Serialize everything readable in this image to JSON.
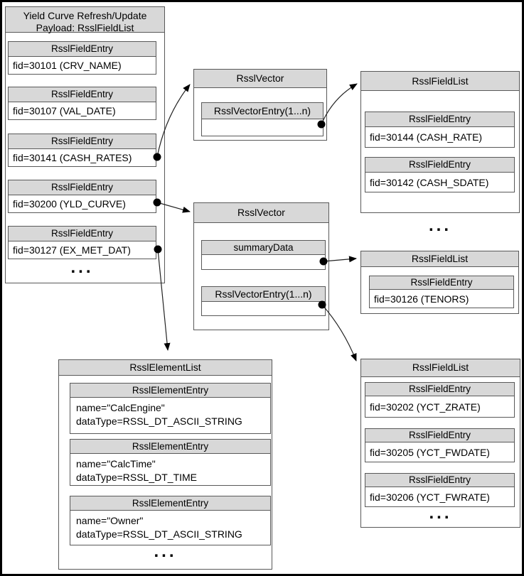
{
  "colors": {
    "header_fill": "#d8d8d8",
    "border": "#595959",
    "background": "#ffffff",
    "arrow": "#000000"
  },
  "payload": {
    "title_line1": "Yield Curve Refresh/Update",
    "title_line2": "Payload: RsslFieldList",
    "entries": [
      {
        "header": "RsslFieldEntry",
        "value": "fid=30101 (CRV_NAME)"
      },
      {
        "header": "RsslFieldEntry",
        "value": "fid=30107 (VAL_DATE)"
      },
      {
        "header": "RsslFieldEntry",
        "value": "fid=30141 (CASH_RATES)"
      },
      {
        "header": "RsslFieldEntry",
        "value": "fid=30200 (YLD_CURVE)"
      },
      {
        "header": "RsslFieldEntry",
        "value": "fid=30127 (EX_MET_DAT)"
      }
    ],
    "ellipsis": "..."
  },
  "vector_top": {
    "title": "RsslVector",
    "entry_header": "RsslVectorEntry(1...n)"
  },
  "fieldlist_cash": {
    "title": "RsslFieldList",
    "entries": [
      {
        "header": "RsslFieldEntry",
        "value": "fid=30144 (CASH_RATE)"
      },
      {
        "header": "RsslFieldEntry",
        "value": "fid=30142 (CASH_SDATE)"
      }
    ],
    "ellipsis": "..."
  },
  "vector_mid": {
    "title": "RsslVector",
    "summary_header": "summaryData",
    "entry_header": "RsslVectorEntry(1...n)"
  },
  "fieldlist_tenors": {
    "title": "RsslFieldList",
    "entries": [
      {
        "header": "RsslFieldEntry",
        "value": "fid=30126 (TENORS)"
      }
    ]
  },
  "element_list": {
    "title": "RsslElementList",
    "entries": [
      {
        "header": "RsslElementEntry",
        "line1": "name=\"CalcEngine\"",
        "line2": "dataType=RSSL_DT_ASCII_STRING"
      },
      {
        "header": "RsslElementEntry",
        "line1": "name=\"CalcTime\"",
        "line2": "dataType=RSSL_DT_TIME"
      },
      {
        "header": "RsslElementEntry",
        "line1": "name=\"Owner\"",
        "line2": "dataType=RSSL_DT_ASCII_STRING"
      }
    ],
    "ellipsis": "..."
  },
  "fieldlist_yct": {
    "title": "RsslFieldList",
    "entries": [
      {
        "header": "RsslFieldEntry",
        "value": "fid=30202 (YCT_ZRATE)"
      },
      {
        "header": "RsslFieldEntry",
        "value": "fid=30205 (YCT_FWDATE)"
      },
      {
        "header": "RsslFieldEntry",
        "value": "fid=30206 (YCT_FWRATE)"
      }
    ],
    "ellipsis": "..."
  }
}
